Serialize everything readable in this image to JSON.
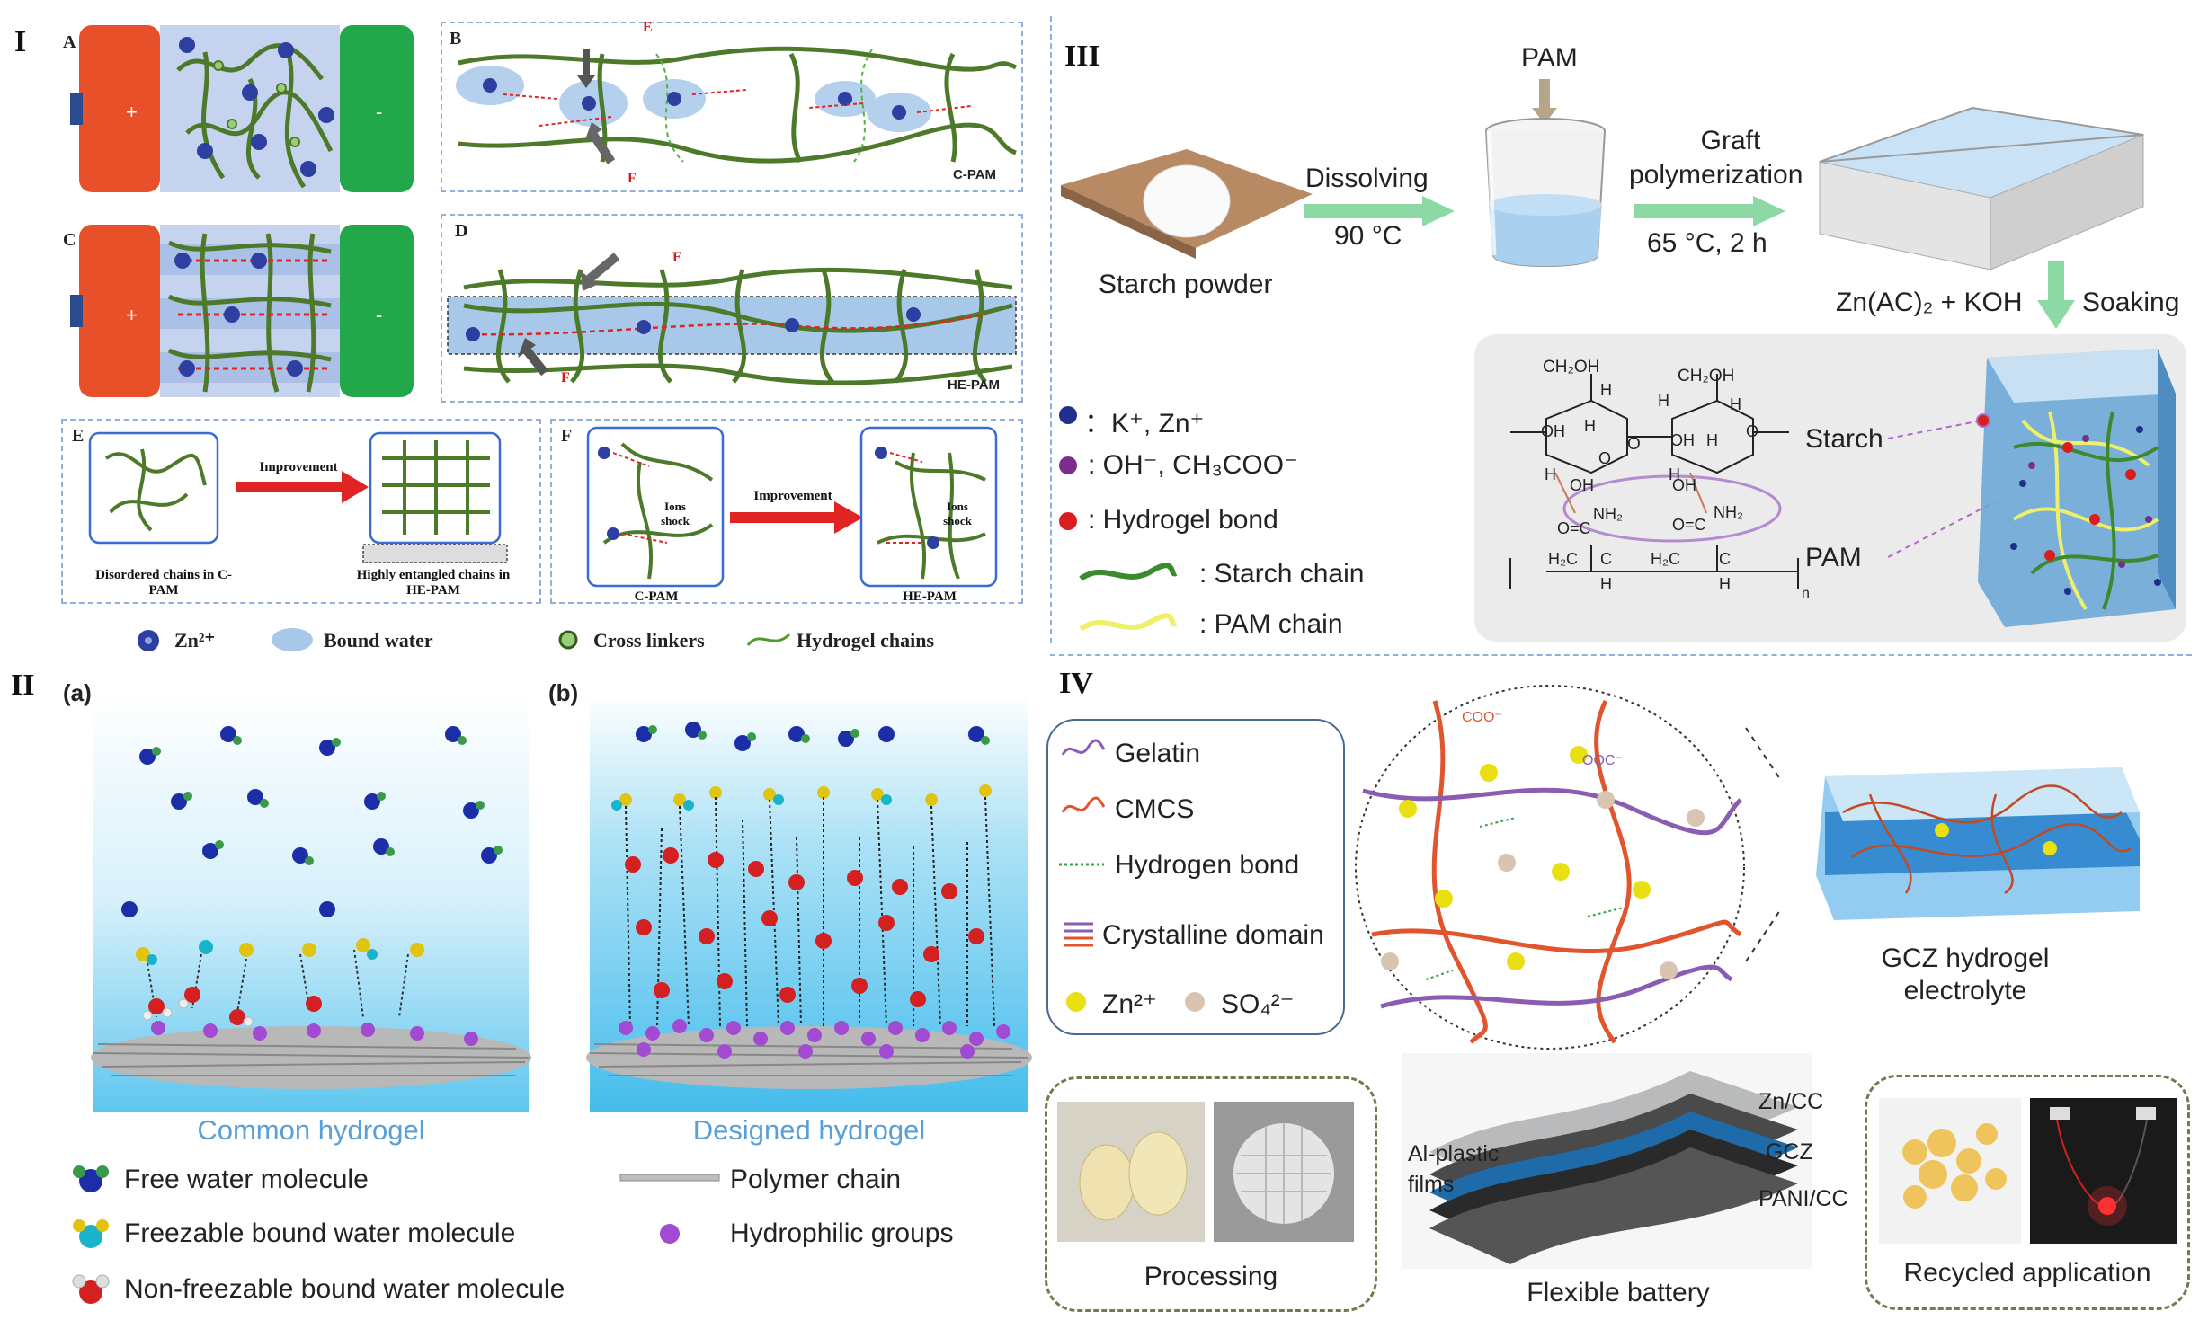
{
  "panel_I": {
    "numeral": "I",
    "sub_a": "A",
    "sub_b": "B",
    "sub_c": "C",
    "sub_d": "D",
    "sub_e": "E",
    "sub_f": "F",
    "plus": "+",
    "minus": "-",
    "arrow_e": "E",
    "arrow_f": "F",
    "b_tag": "C-PAM",
    "d_tag": "HE-PAM",
    "e_improvement": "Improvement",
    "e_left_caption": "Disordered chains in C-PAM",
    "e_right_caption": "Highly entangled chains in HE-PAM",
    "f_improvement": "Improvement",
    "f_ions_shock_1": "Ions shock",
    "f_ions_shock_2": "Ions shock",
    "f_left_caption": "C-PAM",
    "f_right_caption": "HE-PAM",
    "legend": {
      "zn": "Zn²⁺",
      "bound_water": "Bound water",
      "cross_linkers": "Cross linkers",
      "hydrogel_chains": "Hydrogel chains"
    },
    "colors": {
      "anode": "#e8502a",
      "cathode": "#22a84a",
      "electrolyte": "#c6d3ee",
      "chain": "#4c7a2a",
      "zn": "#2d3fa0",
      "water": "#a8c8ea",
      "arrow_red": "#e02424"
    }
  },
  "panel_II": {
    "numeral": "II",
    "sub_a": "(a)",
    "sub_b": "(b)",
    "caption_a": "Common hydrogel",
    "caption_b": "Designed hydrogel",
    "legend": {
      "free_water": "Free water molecule",
      "freezable_water": "Freezable bound water molecule",
      "nonfreezable_water": "Non-freezable bound water molecule",
      "polymer_chain": "Polymer chain",
      "hydrophilic": "Hydrophilic groups"
    },
    "colors": {
      "caption": "#5aa0d6",
      "sky_top": "#ffffff",
      "sky_bottom": "#5fc6ee",
      "hydrophilic": "#a24ad2"
    }
  },
  "panel_III": {
    "numeral": "III",
    "pam": "PAM",
    "starch_powder": "Starch powder",
    "dissolving": "Dissolving",
    "dissolving_temp": "90 °C",
    "graft_1": "Graft",
    "graft_2": "polymerization",
    "graft_cond": "65 °C, 2 h",
    "soaking_reagent": "Zn(AC)₂ + KOH",
    "soaking": "Soaking",
    "legend": {
      "k_zn": "：K⁺, Zn⁺",
      "oh": ": OH⁻, CH₃COO⁻",
      "hbond": ": Hydrogel bond",
      "starch_chain": ": Starch chain",
      "pam_chain": ": PAM chain"
    },
    "structure": {
      "ch2oh_1": "CH₂OH",
      "ch2oh_2": "CH₂OH",
      "oh_a": "OH",
      "oh_b": "OH",
      "oh_c": "OH",
      "oh_d": "OH",
      "h1": "H",
      "h2": "H",
      "h3": "H",
      "h4": "H",
      "h5": "H",
      "h6": "H",
      "h7": "H",
      "o_link": "O",
      "o_ring1": "O",
      "o_ring2": "O",
      "nh2_1": "NH₂",
      "nh2_2": "NH₂",
      "co_1": "O=C",
      "co_2": "O=C",
      "chain_1": "H₂C",
      "chain_2": "H₂C",
      "c_1": "C",
      "c_2": "C",
      "h_c1": "H",
      "h_c2": "H",
      "n": "n"
    },
    "starch_label": "Starch",
    "pam_label": "PAM",
    "colors": {
      "arrow": "#8cd9a6",
      "starch": "#3d8a2e",
      "pam": "#eef06a",
      "k": "#1f2f8e",
      "oh": "#7b2d8e",
      "hbond": "#d81e1e",
      "tray": "#c9e2f5"
    }
  },
  "panel_IV": {
    "numeral": "IV",
    "legend": {
      "gelatin": "Gelatin",
      "cmcs": "CMCS",
      "hbond": "Hydrogen bond",
      "crystalline": "Crystalline domain",
      "zn": "Zn²⁺",
      "so4": "SO₄²⁻"
    },
    "coo": "COO⁻",
    "ooc": "OOC⁻",
    "gcz_1": "GCZ hydrogel",
    "gcz_2": "electrolyte",
    "processing": "Processing",
    "flexible_battery": "Flexible battery",
    "recycled": "Recycled application",
    "al_plastic_1": "Al-plastic",
    "al_plastic_2": "films",
    "zn_cc": "Zn/CC",
    "gcz": "GCZ",
    "pani_cc": "PANI/CC",
    "colors": {
      "gelatin": "#8a5cb2",
      "cmcs": "#e0552e",
      "zn": "#e8e012",
      "so4": "#d8c4b0",
      "frame": "#6e7d4f"
    }
  }
}
